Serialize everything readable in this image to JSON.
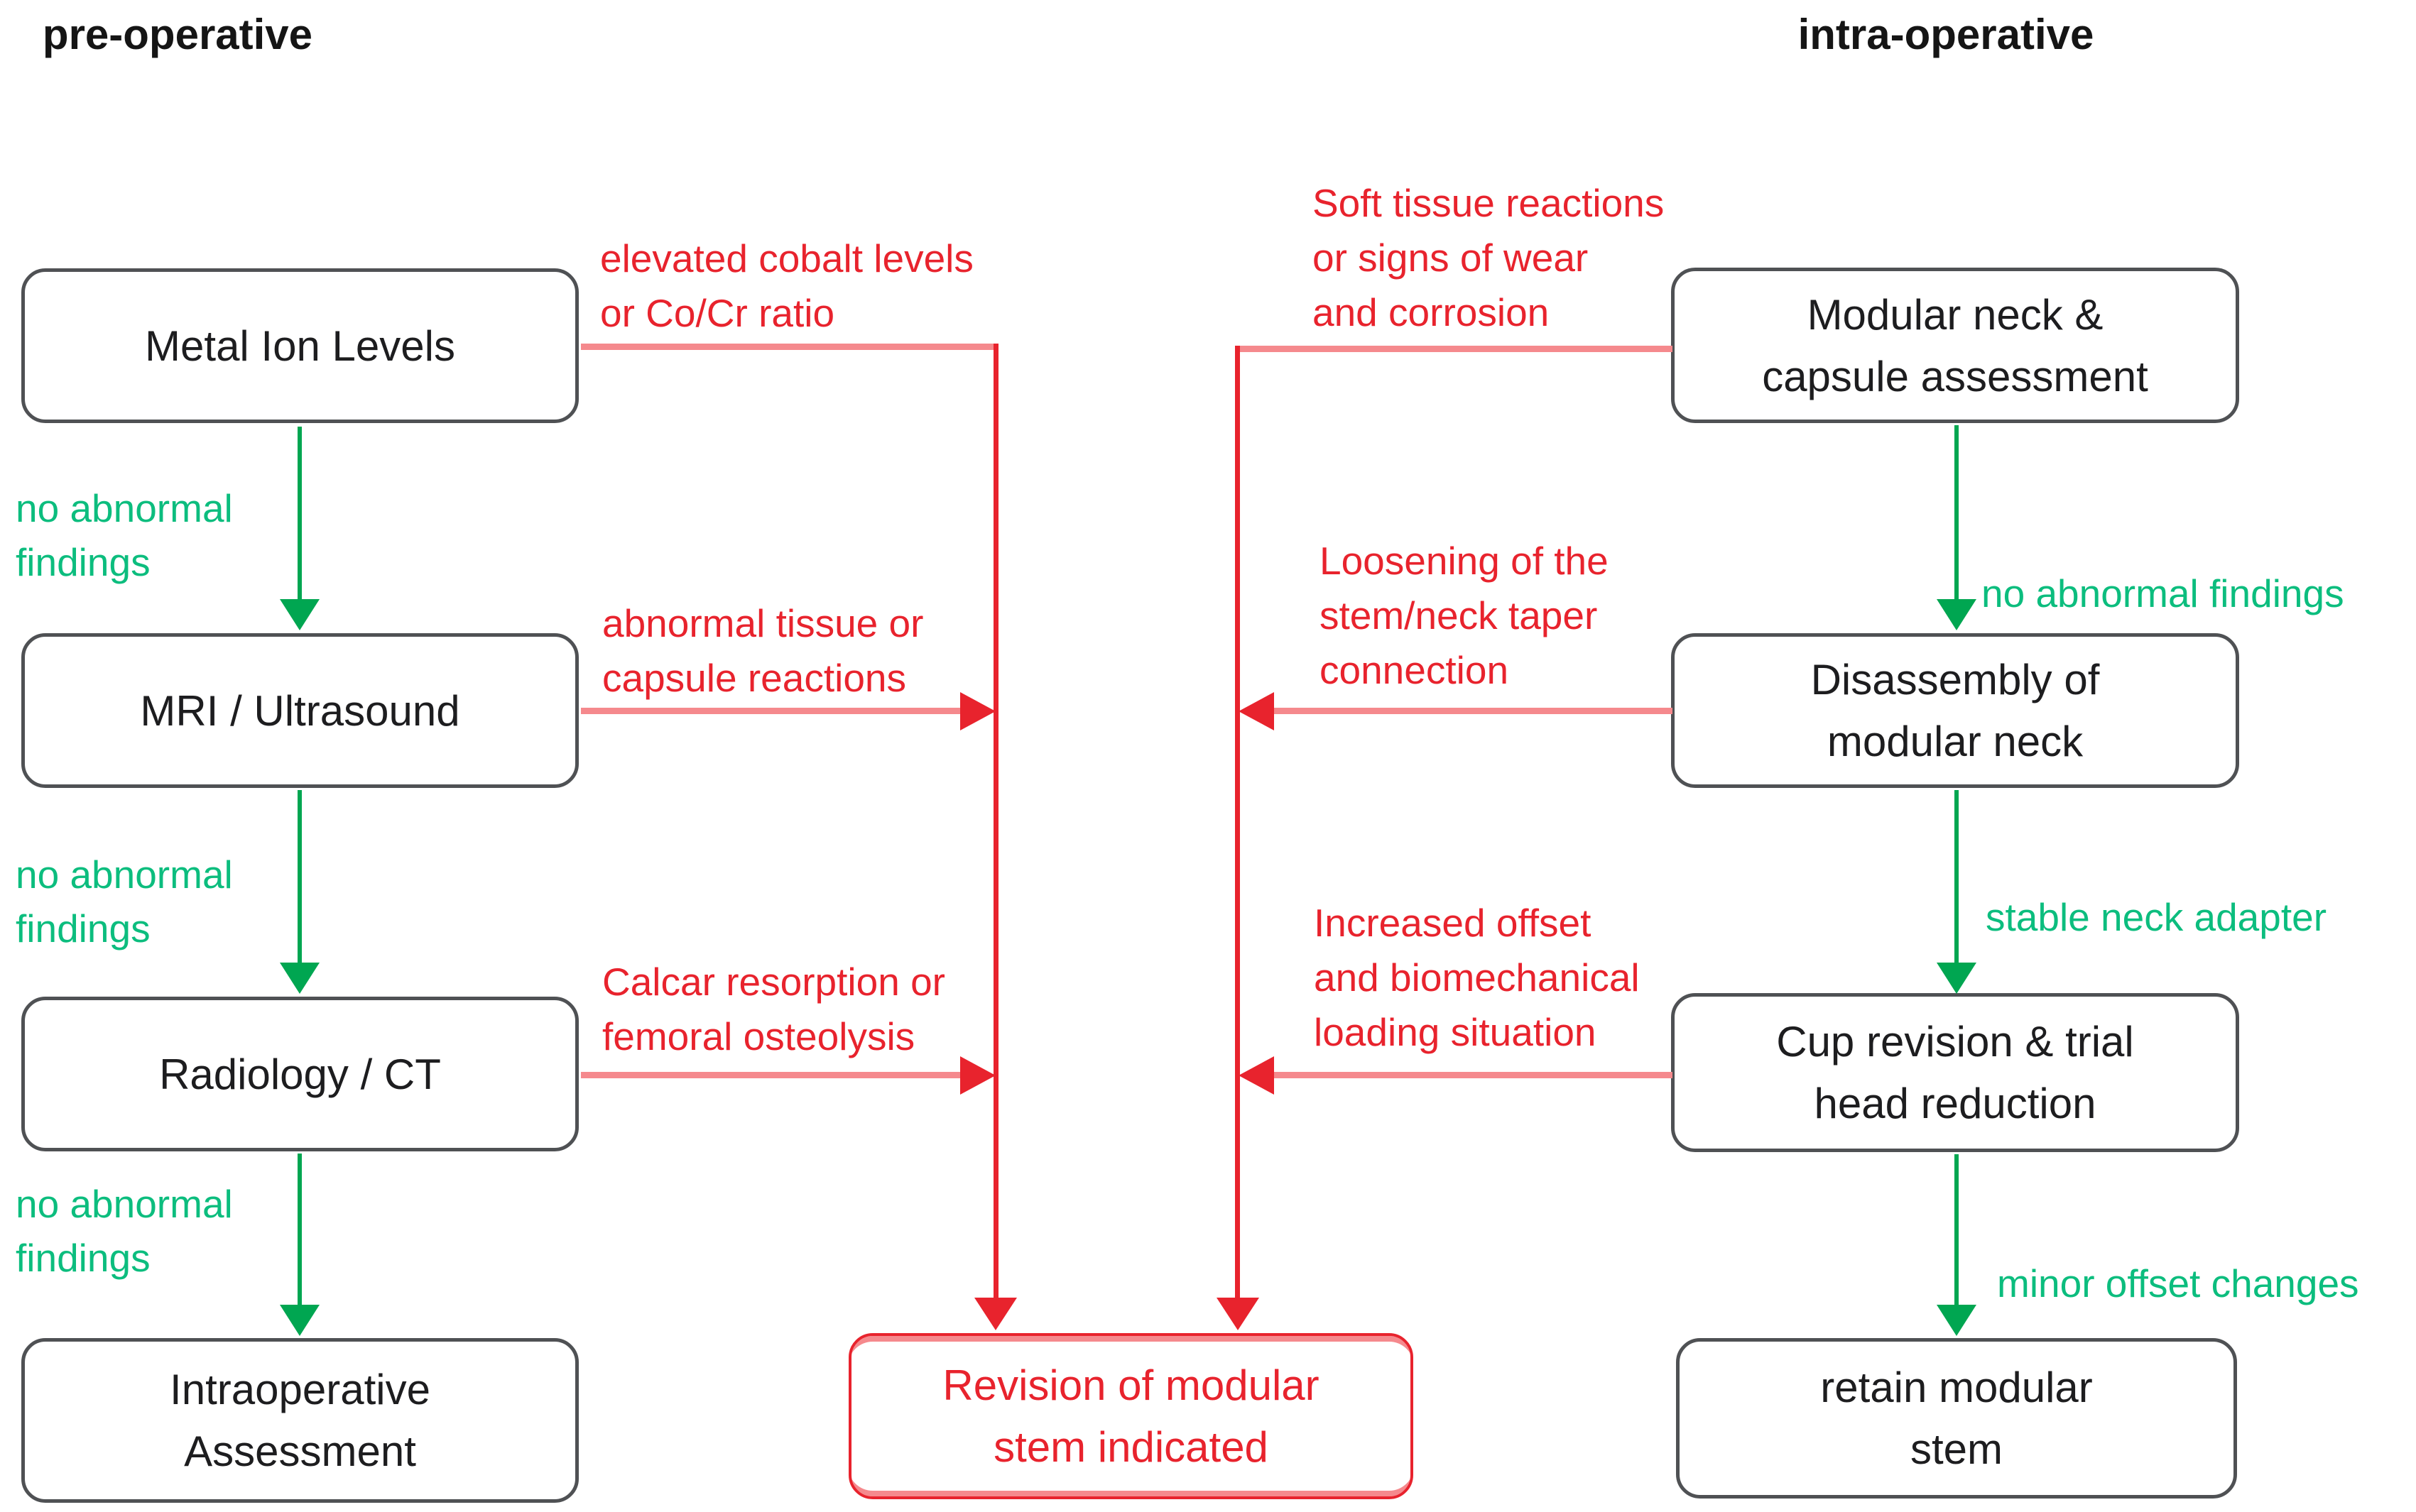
{
  "titles": {
    "left": "pre-operative",
    "right": "intra-operative"
  },
  "colors": {
    "green_arrow": "#00a651",
    "green_text": "#0cbd7e",
    "red_bright": "#e8232d",
    "red_light": "#f5898d",
    "box_border": "#4f5154",
    "box_text": "#1d1d1f",
    "title_text": "#151515"
  },
  "pre_operative": {
    "boxes": [
      {
        "lines": [
          "Metal Ion Levels"
        ]
      },
      {
        "lines": [
          "MRI / Ultrasound"
        ]
      },
      {
        "lines": [
          "Radiology / CT"
        ]
      },
      {
        "lines": [
          "Intraoperative",
          "Assessment"
        ]
      }
    ],
    "no_finding_labels": [
      [
        "no abnormal",
        "findings"
      ],
      [
        "no abnormal",
        "findings"
      ],
      [
        "no abnormal",
        "findings"
      ]
    ],
    "abnormal_labels": [
      [
        "elevated cobalt levels",
        "or Co/Cr ratio"
      ],
      [
        "abnormal tissue or",
        "capsule reactions"
      ],
      [
        "Calcar resorption or",
        "femoral osteolysis"
      ]
    ]
  },
  "intra_operative": {
    "boxes": [
      {
        "lines": [
          "Modular neck &",
          "capsule assessment"
        ]
      },
      {
        "lines": [
          "Disassembly of",
          "modular neck"
        ]
      },
      {
        "lines": [
          "Cup revision & trial",
          "head reduction"
        ]
      },
      {
        "lines": [
          "retain modular",
          "stem"
        ]
      }
    ],
    "ok_labels": [
      "no abnormal findings",
      "stable neck adapter",
      "minor offset changes"
    ],
    "abnormal_labels": [
      [
        "Soft tissue reactions",
        "or signs of wear",
        "and corrosion"
      ],
      [
        "Loosening of the",
        "stem/neck taper",
        "connection"
      ],
      [
        "Increased offset",
        "and biomechanical",
        "loading situation"
      ]
    ]
  },
  "outcome": {
    "revision_box": [
      "Revision of modular",
      "stem indicated"
    ]
  }
}
